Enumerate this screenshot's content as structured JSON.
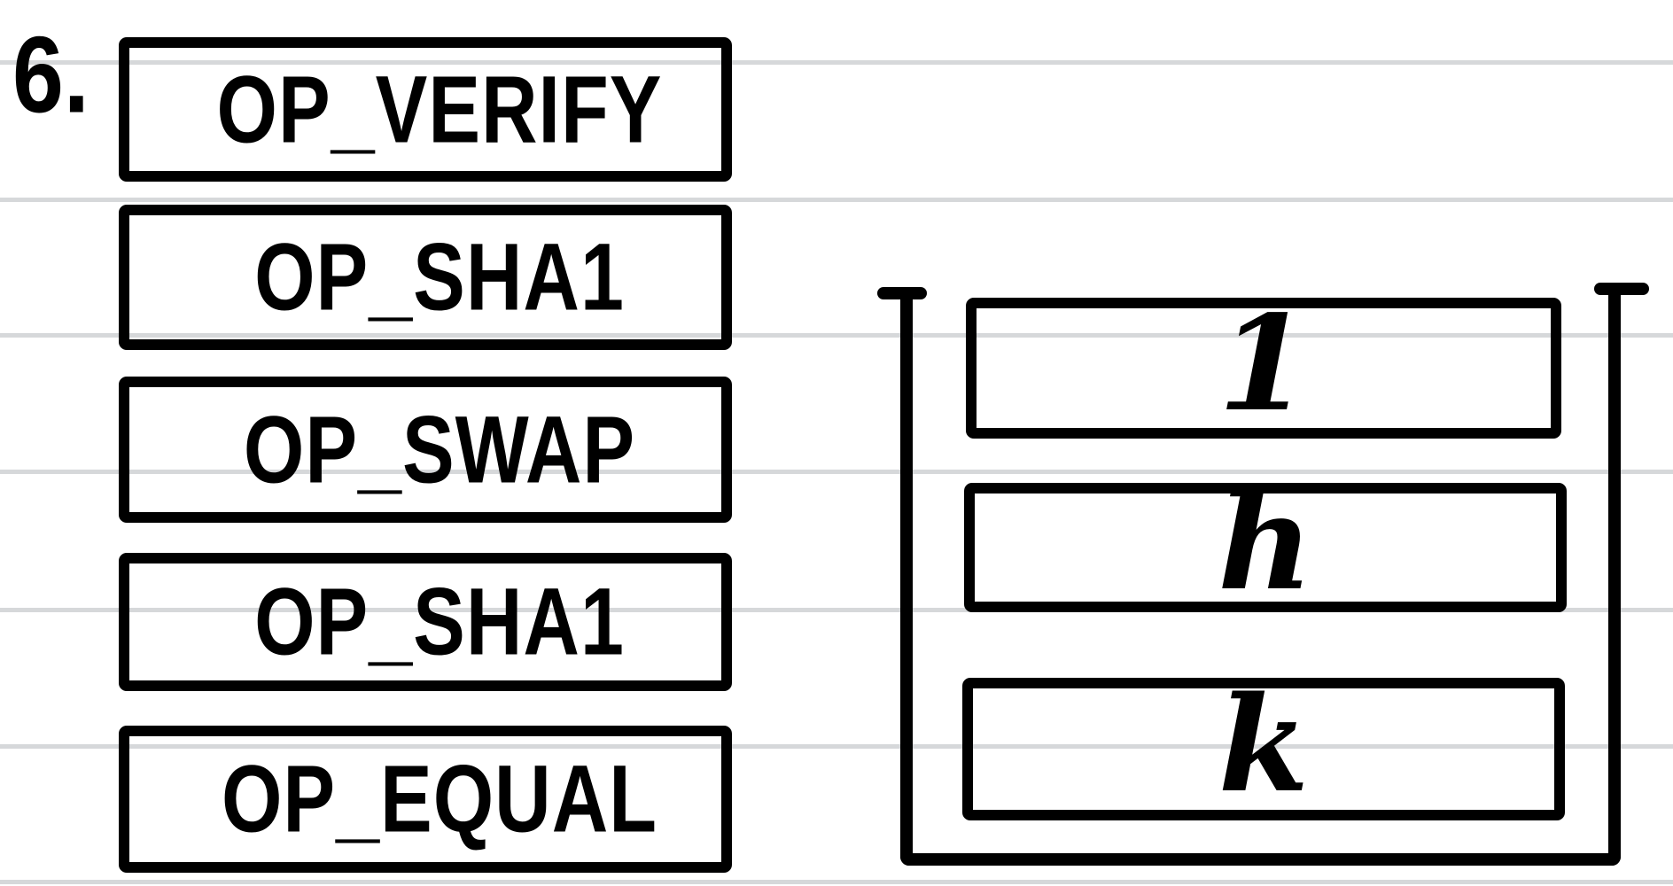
{
  "step_label": "6.",
  "script": {
    "opcodes": [
      "OP_VERIFY",
      "OP_SHA1",
      "OP_SWAP",
      "OP_SHA1",
      "OP_EQUAL"
    ]
  },
  "stack": {
    "items": [
      "1",
      "h",
      "k"
    ]
  },
  "colors": {
    "ink": "#000000",
    "ruled_line": "#d6d8da",
    "background": "#ffffff"
  }
}
